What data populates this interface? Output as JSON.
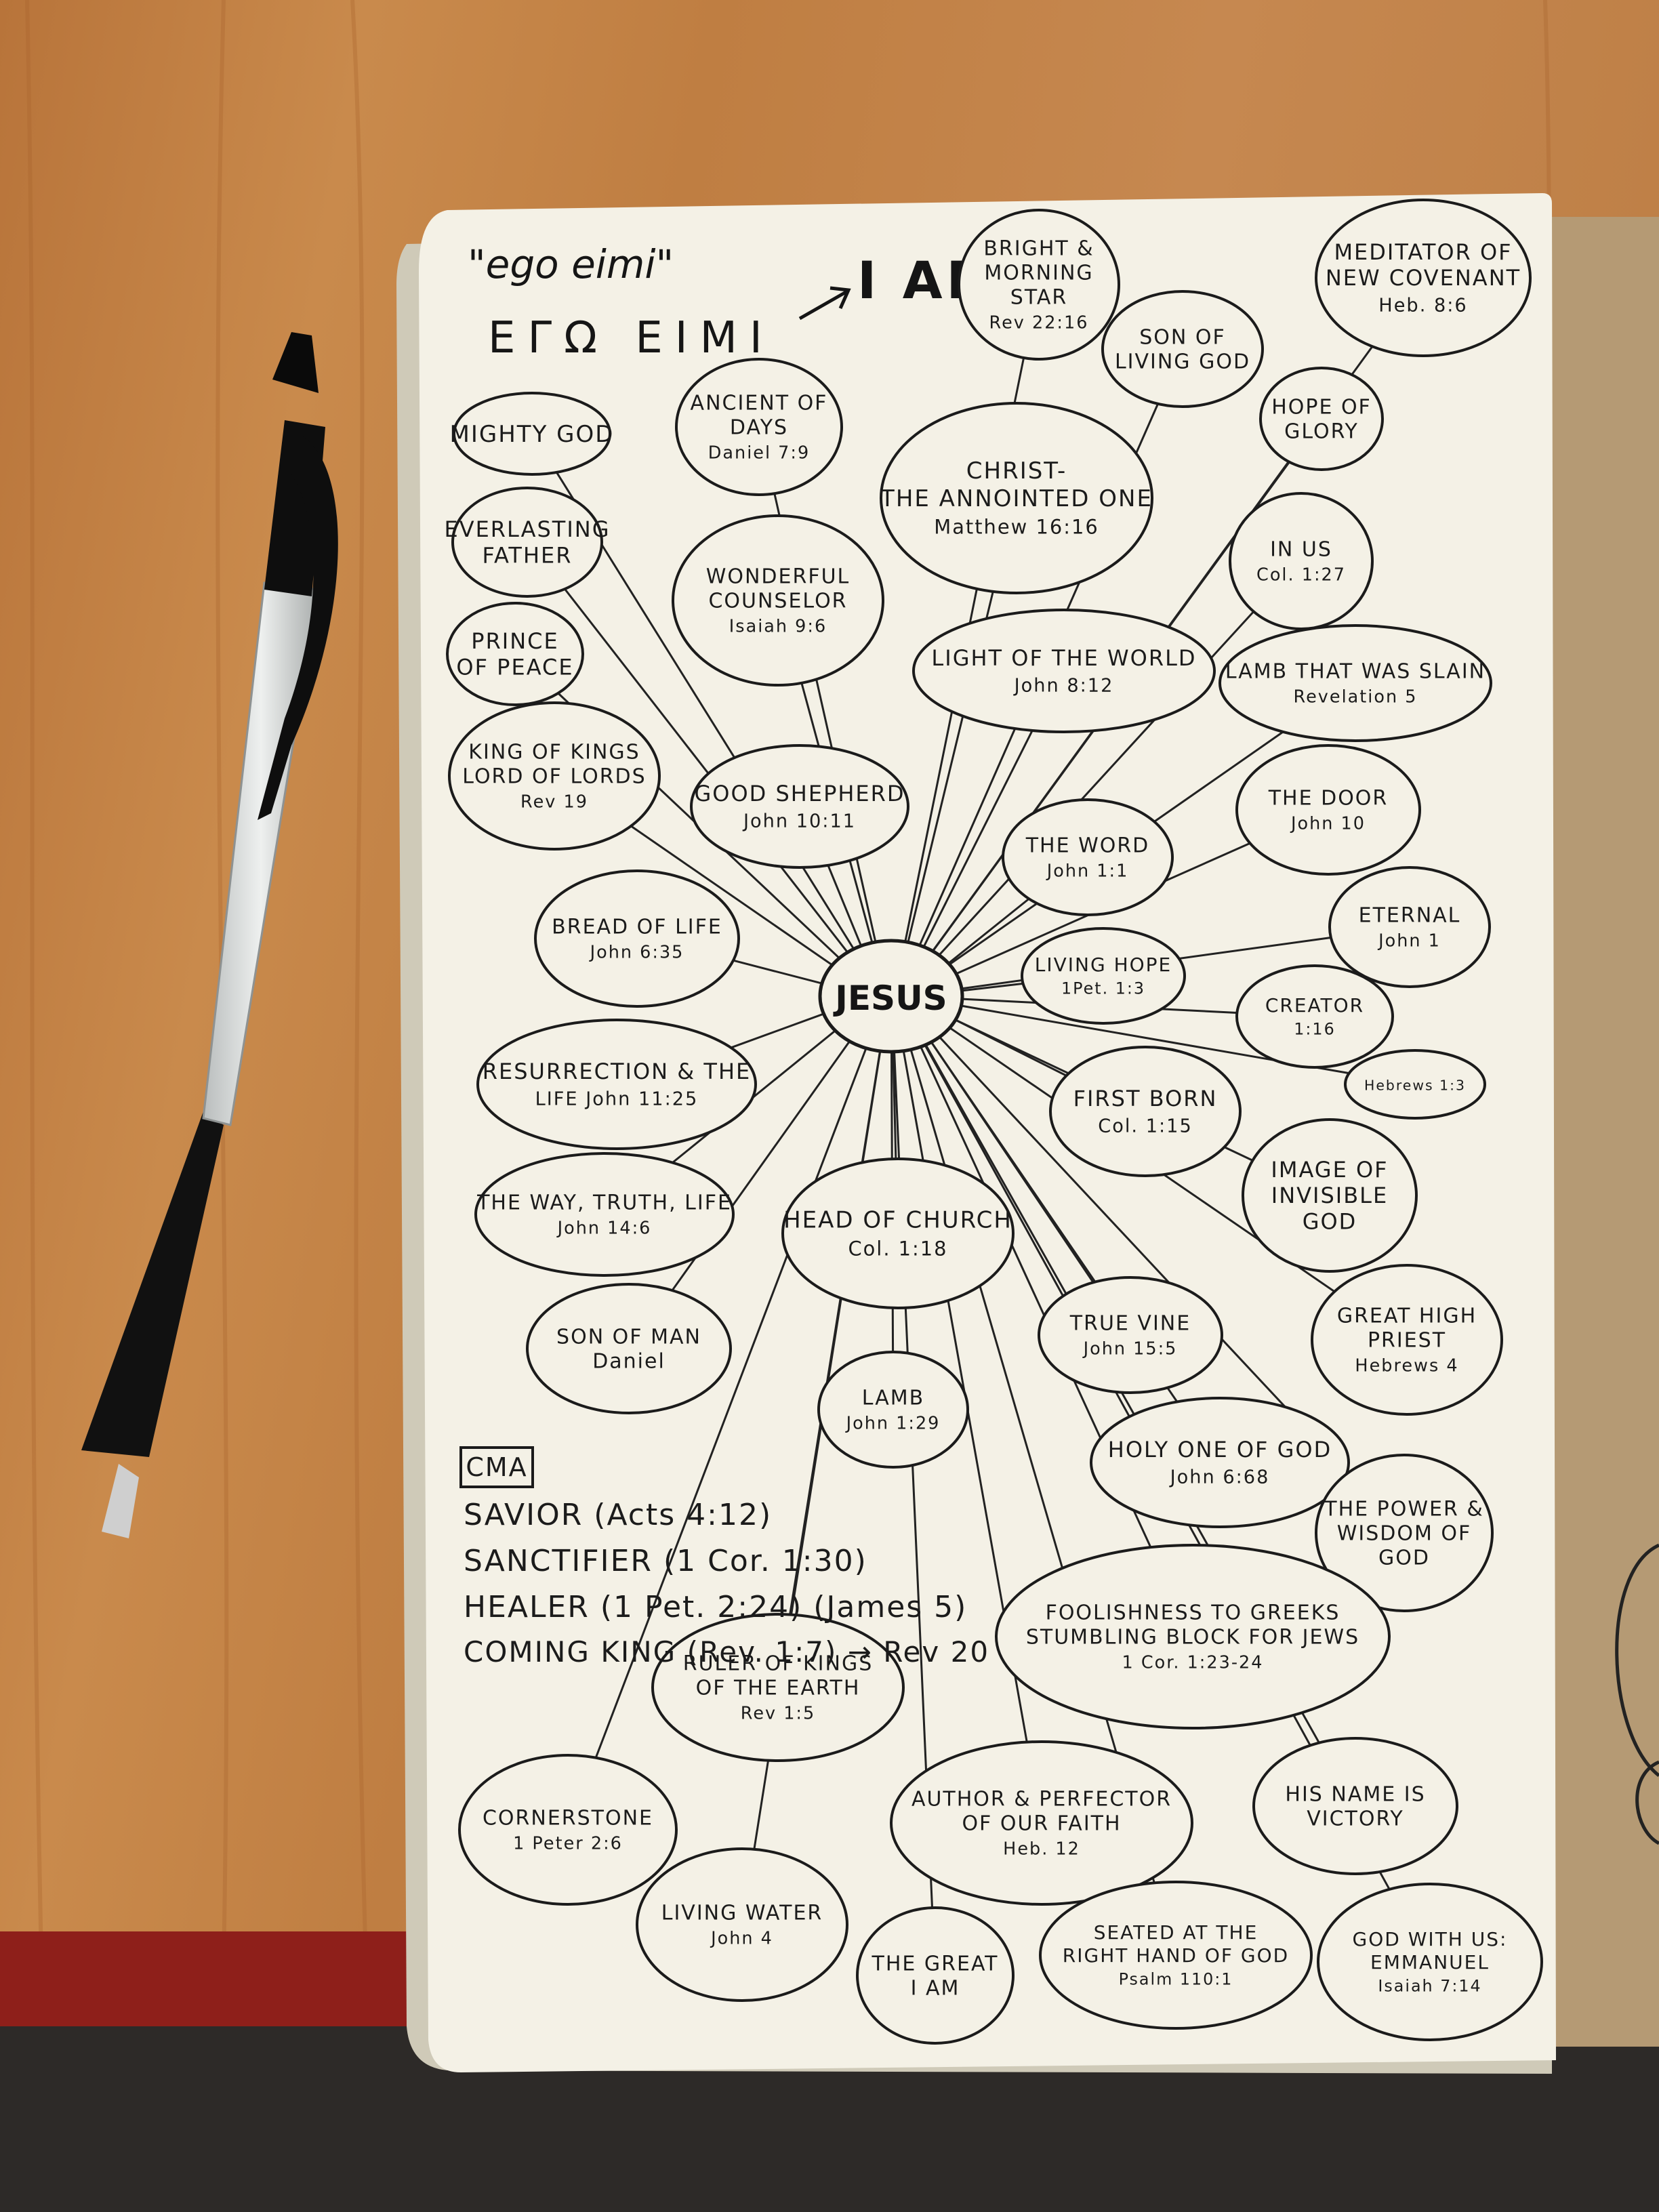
{
  "header": {
    "transliteration": "\"ego eimi\"",
    "greek": "ΕΓΩ ΕΙΜΙ",
    "i_am": "I AM"
  },
  "center": {
    "label": "JESUS"
  },
  "names": [
    {
      "id": "mighty-god",
      "lines": [
        "MIGHTY GOD"
      ]
    },
    {
      "id": "ancient-of-days",
      "lines": [
        "ANCIENT OF",
        "DAYS",
        "Daniel 7:9"
      ]
    },
    {
      "id": "bright-morning-star",
      "lines": [
        "BRIGHT &",
        "MORNING",
        "STAR",
        "Rev 22:16"
      ]
    },
    {
      "id": "son-of-living-god",
      "lines": [
        "SON OF",
        "LIVING GOD"
      ]
    },
    {
      "id": "meditator-new-covenant",
      "lines": [
        "MEDITATOR OF",
        "NEW COVENANT",
        "Heb. 8:6"
      ]
    },
    {
      "id": "hope-of-glory",
      "lines": [
        "HOPE OF",
        "GLORY"
      ]
    },
    {
      "id": "everlasting-father",
      "lines": [
        "EVERLASTING",
        "FATHER"
      ]
    },
    {
      "id": "wonderful-counselor",
      "lines": [
        "WONDERFUL",
        "COUNSELOR",
        "Isaiah 9:6"
      ]
    },
    {
      "id": "christ",
      "lines": [
        "CHRIST-",
        "THE ANNOINTED ONE",
        "Matthew 16:16"
      ]
    },
    {
      "id": "in-us",
      "lines": [
        "IN US",
        "Col. 1:27"
      ]
    },
    {
      "id": "prince-of-peace",
      "lines": [
        "PRINCE",
        "OF PEACE"
      ]
    },
    {
      "id": "light-of-the-world",
      "lines": [
        "LIGHT OF THE WORLD",
        "John 8:12"
      ]
    },
    {
      "id": "lamb-that-was-slain",
      "lines": [
        "LAMB THAT WAS SLAIN",
        "Revelation 5"
      ]
    },
    {
      "id": "king-of-kings",
      "lines": [
        "KING OF KINGS",
        "LORD OF LORDS",
        "Rev 19"
      ]
    },
    {
      "id": "good-shepherd",
      "lines": [
        "GOOD SHEPHERD",
        "John 10:11"
      ]
    },
    {
      "id": "the-door",
      "lines": [
        "THE DOOR",
        "John 10"
      ]
    },
    {
      "id": "the-word",
      "lines": [
        "THE WORD",
        "John 1:1"
      ]
    },
    {
      "id": "bread-of-life",
      "lines": [
        "BREAD OF LIFE",
        "John 6:35"
      ]
    },
    {
      "id": "eternal",
      "lines": [
        "ETERNAL",
        "John 1"
      ]
    },
    {
      "id": "living-hope",
      "lines": [
        "LIVING HOPE",
        "1Pet. 1:3"
      ]
    },
    {
      "id": "creator",
      "lines": [
        "CREATOR",
        "1:16"
      ]
    },
    {
      "id": "resurrection",
      "lines": [
        "RESURRECTION & THE",
        "LIFE  John 11:25"
      ]
    },
    {
      "id": "firstborn",
      "lines": [
        "FIRST BORN",
        "Col. 1:15"
      ]
    },
    {
      "id": "hebrews-1-3",
      "lines": [
        "Hebrews 1:3"
      ]
    },
    {
      "id": "image-of-invisible-god",
      "lines": [
        "IMAGE OF",
        "INVISIBLE",
        "GOD"
      ]
    },
    {
      "id": "way-truth-life",
      "lines": [
        "THE WAY, TRUTH, LIFE",
        "John 14:6"
      ]
    },
    {
      "id": "head-of-church",
      "lines": [
        "HEAD OF CHURCH",
        "Col. 1:18"
      ]
    },
    {
      "id": "son-of-man",
      "lines": [
        "SON OF MAN",
        "Daniel"
      ]
    },
    {
      "id": "true-vine",
      "lines": [
        "TRUE VINE",
        "John 15:5"
      ]
    },
    {
      "id": "great-high-priest",
      "lines": [
        "GREAT HIGH",
        "PRIEST",
        "Hebrews 4"
      ]
    },
    {
      "id": "lamb",
      "lines": [
        "LAMB",
        "John 1:29"
      ]
    },
    {
      "id": "holy-one-of-god",
      "lines": [
        "HOLY ONE OF GOD",
        "John 6:68"
      ]
    },
    {
      "id": "power-wisdom-of-god",
      "lines": [
        "THE POWER &",
        "WISDOM OF",
        "GOD"
      ]
    },
    {
      "id": "foolishness-to-greeks",
      "lines": [
        "FOOLISHNESS TO GREEKS",
        "STUMBLING BLOCK FOR JEWS",
        "1 Cor. 1:23-24"
      ]
    },
    {
      "id": "ruler-of-kings",
      "lines": [
        "RULER OF KINGS",
        "OF THE EARTH",
        "Rev 1:5"
      ]
    },
    {
      "id": "cornerstone",
      "lines": [
        "CORNERSTONE",
        "1 Peter 2:6"
      ]
    },
    {
      "id": "author-perfector",
      "lines": [
        "AUTHOR & PERFECTOR",
        "OF OUR FAITH",
        "Heb. 12"
      ]
    },
    {
      "id": "his-name-is-victory",
      "lines": [
        "HIS NAME IS",
        "VICTORY"
      ]
    },
    {
      "id": "living-water",
      "lines": [
        "LIVING WATER",
        "John 4"
      ]
    },
    {
      "id": "the-great-i-am",
      "lines": [
        "THE GREAT",
        "I AM"
      ]
    },
    {
      "id": "seated-right-hand",
      "lines": [
        "SEATED AT THE",
        "RIGHT HAND OF GOD",
        "Psalm 110:1"
      ]
    },
    {
      "id": "god-with-us",
      "lines": [
        "GOD WITH US:",
        "EMMANUEL",
        "Isaiah 7:14"
      ]
    }
  ],
  "cma": {
    "label": "CMA",
    "lines": [
      "SAVIOR (Acts 4:12)",
      "SANCTIFIER (1 Cor. 1:30)",
      "HEALER (1 Pet. 2:24) (James 5)",
      "COMING KING (Rev. 1:7) → Rev 20"
    ]
  },
  "colors": {
    "desk": "#c0803f",
    "paper": "#f4f1e6",
    "ink": "#1b1b1b",
    "pen_body": "#d9dcdc",
    "pen_grip": "#111111",
    "folder": "#b59a74"
  }
}
